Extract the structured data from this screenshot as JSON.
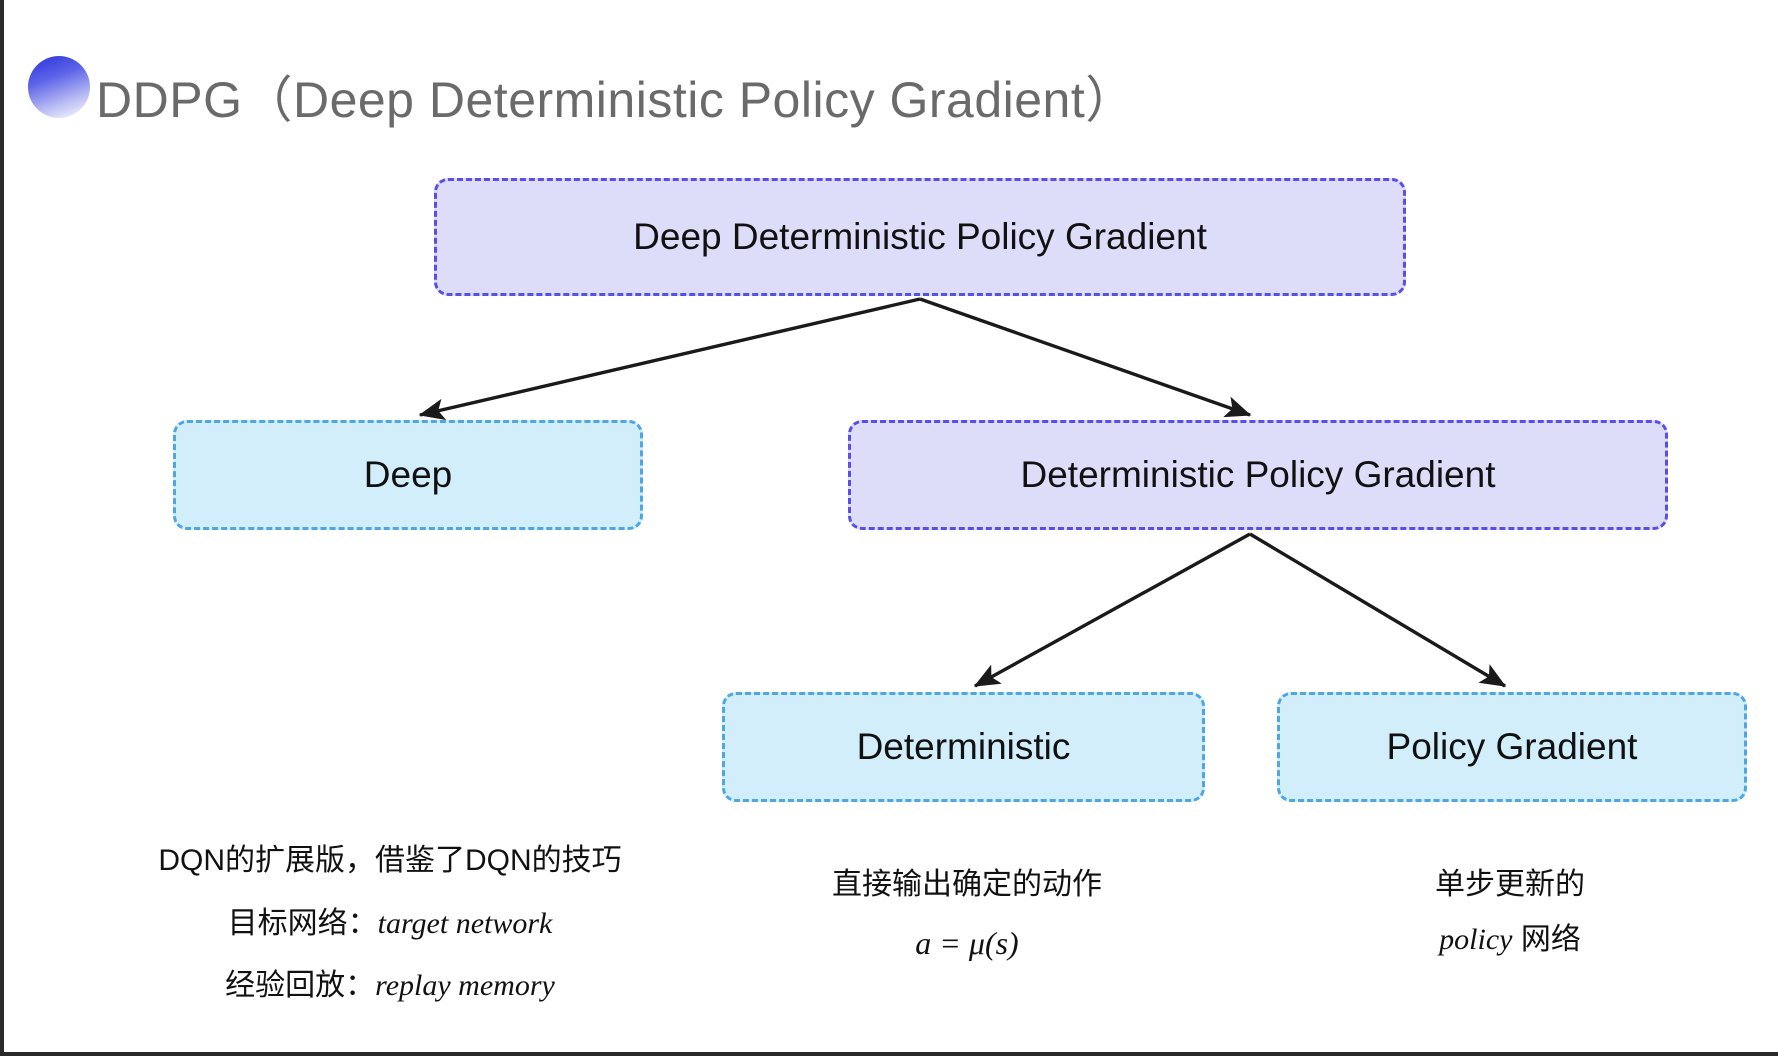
{
  "slide": {
    "title": "DDPG（Deep Deterministic Policy Gradient）",
    "background_color": "#ffffff",
    "title_color": "#6a6a6a",
    "bullet_icon": "gradient-circle-bullet-icon"
  },
  "palette": {
    "purple_fill": "#ddddf9",
    "purple_border": "#5850e6",
    "blue_fill": "#d3eefb",
    "blue_border": "#4ea7e0",
    "arrow_color": "#1a1a1a"
  },
  "diagram": {
    "type": "tree",
    "nodes": [
      {
        "id": "root",
        "label": "Deep Deterministic Policy Gradient",
        "style": "purple"
      },
      {
        "id": "deep",
        "label": "Deep",
        "style": "blue"
      },
      {
        "id": "dpg",
        "label": "Deterministic Policy Gradient",
        "style": "purple"
      },
      {
        "id": "det",
        "label": "Deterministic",
        "style": "blue"
      },
      {
        "id": "pg",
        "label": "Policy Gradient",
        "style": "blue"
      }
    ],
    "edges": [
      {
        "from": "root",
        "to": "deep"
      },
      {
        "from": "root",
        "to": "dpg"
      },
      {
        "from": "dpg",
        "to": "det"
      },
      {
        "from": "dpg",
        "to": "pg"
      }
    ]
  },
  "captions": {
    "deep": {
      "lines": [
        "DQN的扩展版，借鉴了DQN的技巧"
      ],
      "line2_prefix": "目标网络：",
      "line2_italic": "target network",
      "line3_prefix": "经验回放：",
      "line3_italic": "replay memory"
    },
    "deterministic": {
      "line1": "直接输出确定的动作",
      "formula": "a = μ(s)"
    },
    "policy_gradient": {
      "line1": "单步更新的",
      "line2_italic": "policy",
      "line2_suffix": " 网络"
    }
  }
}
